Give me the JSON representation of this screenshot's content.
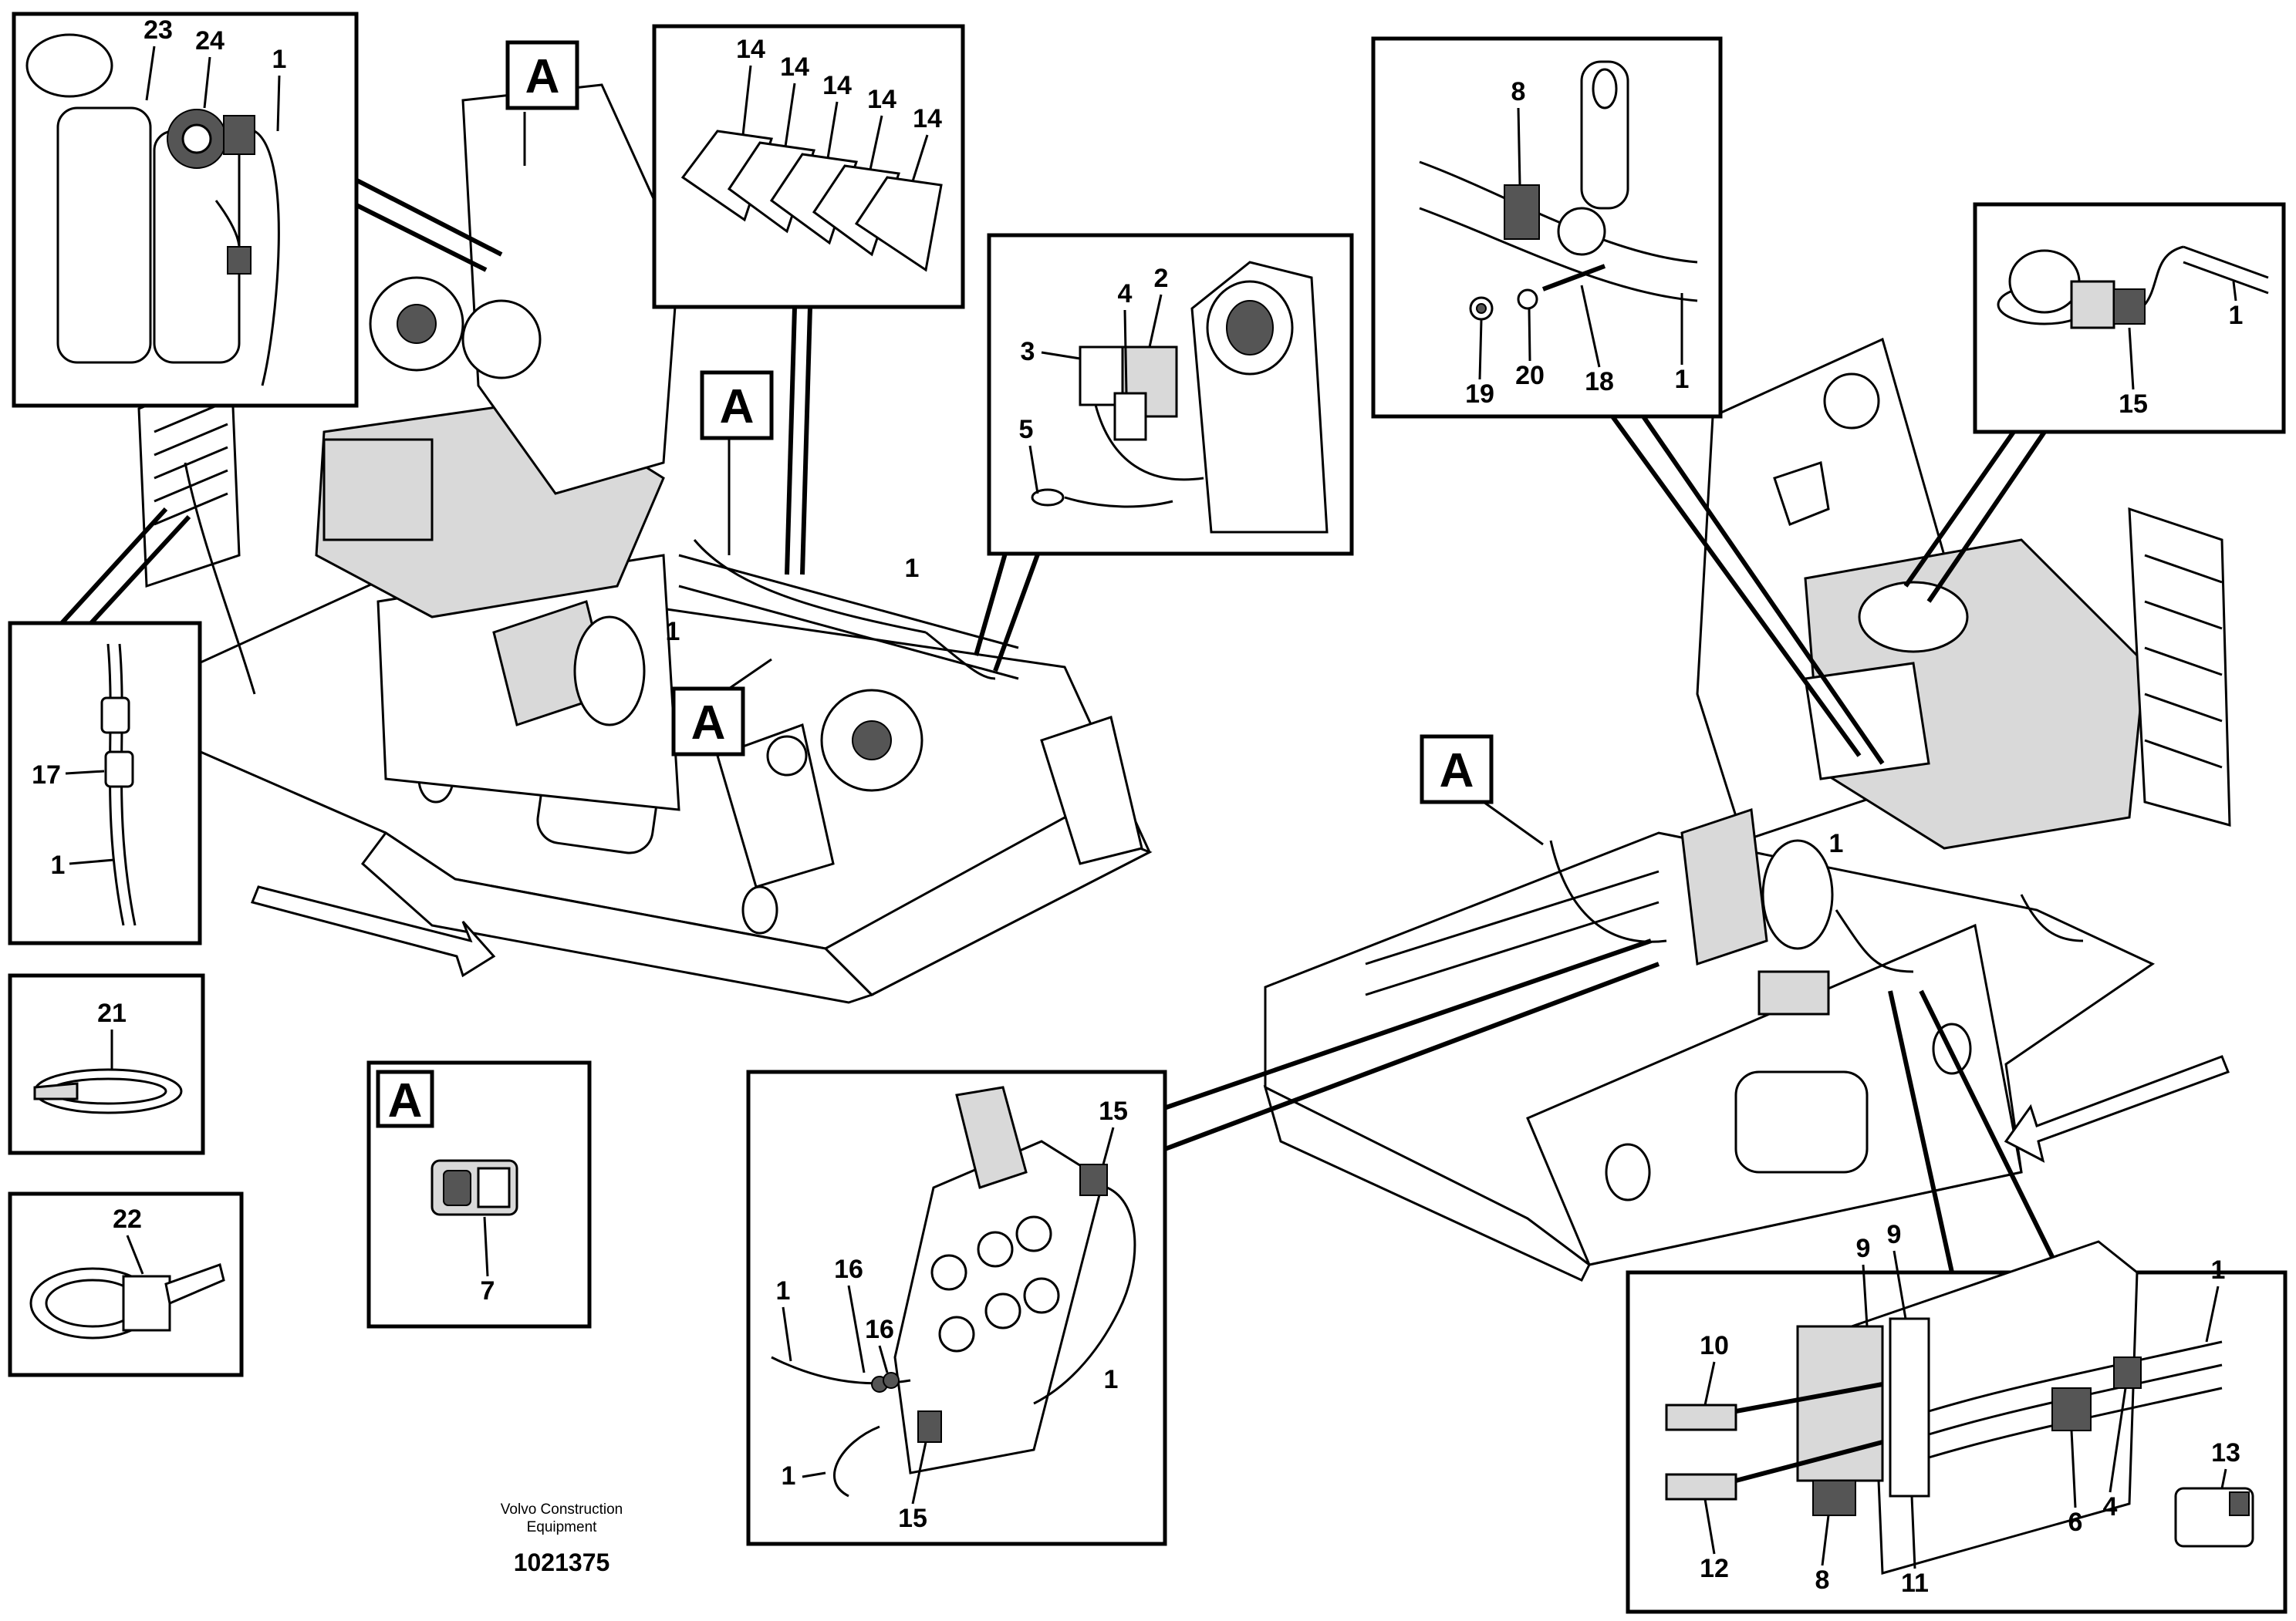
{
  "footer": {
    "company_line1": "Volvo Construction",
    "company_line2": "Equipment",
    "drawing_number": "1021375"
  },
  "marker_label": "A",
  "callouts": {
    "fuel_filter": [
      "23",
      "24",
      "1"
    ],
    "harness_left": [
      "17",
      "1"
    ],
    "tie21": "21",
    "tie22": "22",
    "connector_a": "7",
    "relays": [
      "14",
      "14",
      "14",
      "14",
      "14"
    ],
    "junction": [
      "2",
      "4",
      "3",
      "5"
    ],
    "left_main": "1",
    "left_mid": "1",
    "ground": [
      "8",
      "19",
      "20",
      "18",
      "1"
    ],
    "sensor": [
      "15",
      "1"
    ],
    "right_main": "1",
    "valve": [
      "15",
      "16",
      "16",
      "1",
      "1",
      "1",
      "15"
    ],
    "fusebox": [
      "9",
      "9",
      "10",
      "12",
      "8",
      "11",
      "6",
      "4",
      "1",
      "13"
    ]
  }
}
